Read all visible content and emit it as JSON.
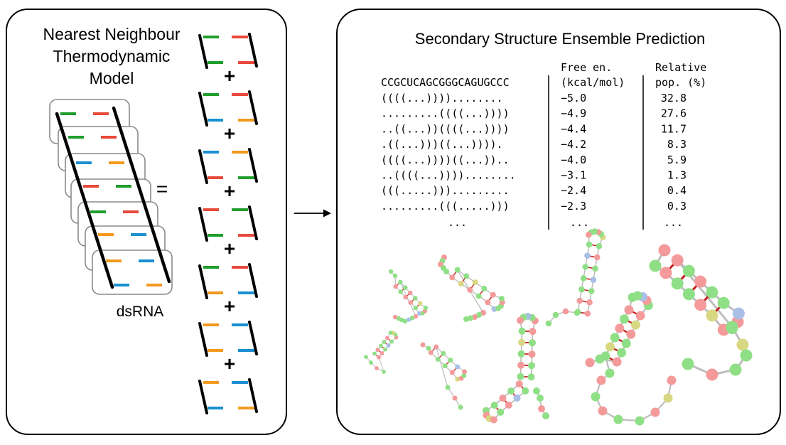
{
  "left_panel": {
    "title_lines": [
      "Nearest Neighbour",
      "Thermodynamic",
      "Model"
    ],
    "equals": "=",
    "dsrna_label": "dsRNA",
    "plus": "+"
  },
  "right_panel": {
    "title": "Secondary Structure Ensemble Prediction",
    "sequence": "CCGCUCAGCGGGCAGUGCCC",
    "col_energy_header": [
      "Free en.",
      "(kcal/mol)"
    ],
    "col_pop_header": [
      "Relative",
      "pop. (%)"
    ],
    "rows": [
      {
        "structure": "((((...))))........",
        "energy": "−5.0",
        "pop": "32.8"
      },
      {
        "structure": ".........((((...))))",
        "energy": "−4.9",
        "pop": "27.6"
      },
      {
        "structure": "..((...))((((...))))",
        "energy": "−4.4",
        "pop": "11.7"
      },
      {
        "structure": ".((...)))((...)))).",
        "energy": "−4.2",
        "pop": "8.3"
      },
      {
        "structure": "((((...))))((...))..",
        "energy": "−4.0",
        "pop": "5.9"
      },
      {
        "structure": "..((((...))))........",
        "energy": "−3.1",
        "pop": "1.3"
      },
      {
        "structure": "(((.....))).........",
        "energy": "−2.4",
        "pop": "0.4"
      },
      {
        "structure": ".........(((.....)))",
        "energy": "−2.3",
        "pop": "0.3"
      }
    ],
    "ellipsis": "..."
  },
  "colors": {
    "green": "#1f9e2c",
    "red": "#e8493b",
    "blue": "#1a8fd1",
    "orange": "#f39a1e",
    "node_green": "#8fdf86",
    "node_red": "#f49a9a",
    "node_blue": "#a9bfe6",
    "node_yellow": "#d8d884",
    "bond": "#c81e1e"
  }
}
